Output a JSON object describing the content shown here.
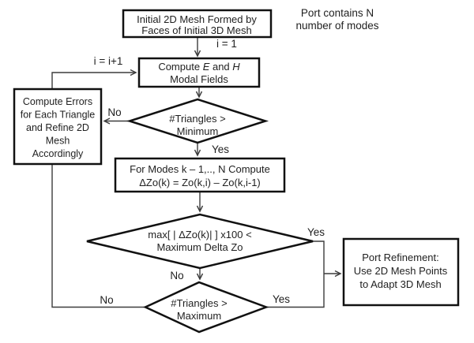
{
  "note": {
    "lines": [
      "Port contains N",
      "number of modes"
    ]
  },
  "nodes": {
    "initial_mesh": {
      "type": "process",
      "lines": [
        "Initial 2D Mesh Formed by",
        "Faces of Initial 3D Mesh"
      ]
    },
    "compute_fields": {
      "type": "process",
      "line1_parts": [
        "Compute ",
        "E",
        " and ",
        "H"
      ],
      "line2": "Modal Fields"
    },
    "compute_errors": {
      "type": "process",
      "lines": [
        "Compute Errors",
        "for Each Triangle",
        "and Refine 2D",
        "Mesh",
        "Accordingly"
      ]
    },
    "min_triangles": {
      "type": "decision",
      "lines": [
        "#Triangles >",
        "Minimum"
      ]
    },
    "for_modes": {
      "type": "process",
      "lines": [
        "For Modes k – 1,.., N Compute",
        "ΔZo(k) = Zo(k,i) – Zo(k,i-1)"
      ]
    },
    "max_delta_zo": {
      "type": "decision",
      "lines": [
        "max[ | ΔZo(k)| ] x100 <",
        "Maximum Delta Zo"
      ]
    },
    "max_triangles": {
      "type": "decision",
      "lines": [
        "#Triangles >",
        "Maximum"
      ]
    },
    "port_refinement": {
      "type": "process",
      "lines": [
        "Port Refinement:",
        "Use 2D Mesh Points",
        "to Adapt 3D Mesh"
      ]
    }
  },
  "edge_labels": {
    "i_init": "i = 1",
    "i_increment": "i = i+1",
    "min_no": "No",
    "min_yes": "Yes",
    "delta_yes": "Yes",
    "delta_no": "No",
    "max_no": "No",
    "max_yes": "Yes"
  },
  "colors": {
    "background": "#ffffff",
    "shape_stroke": "#111111",
    "connector": "#3c3c3c",
    "text": "#1f1f1f"
  }
}
